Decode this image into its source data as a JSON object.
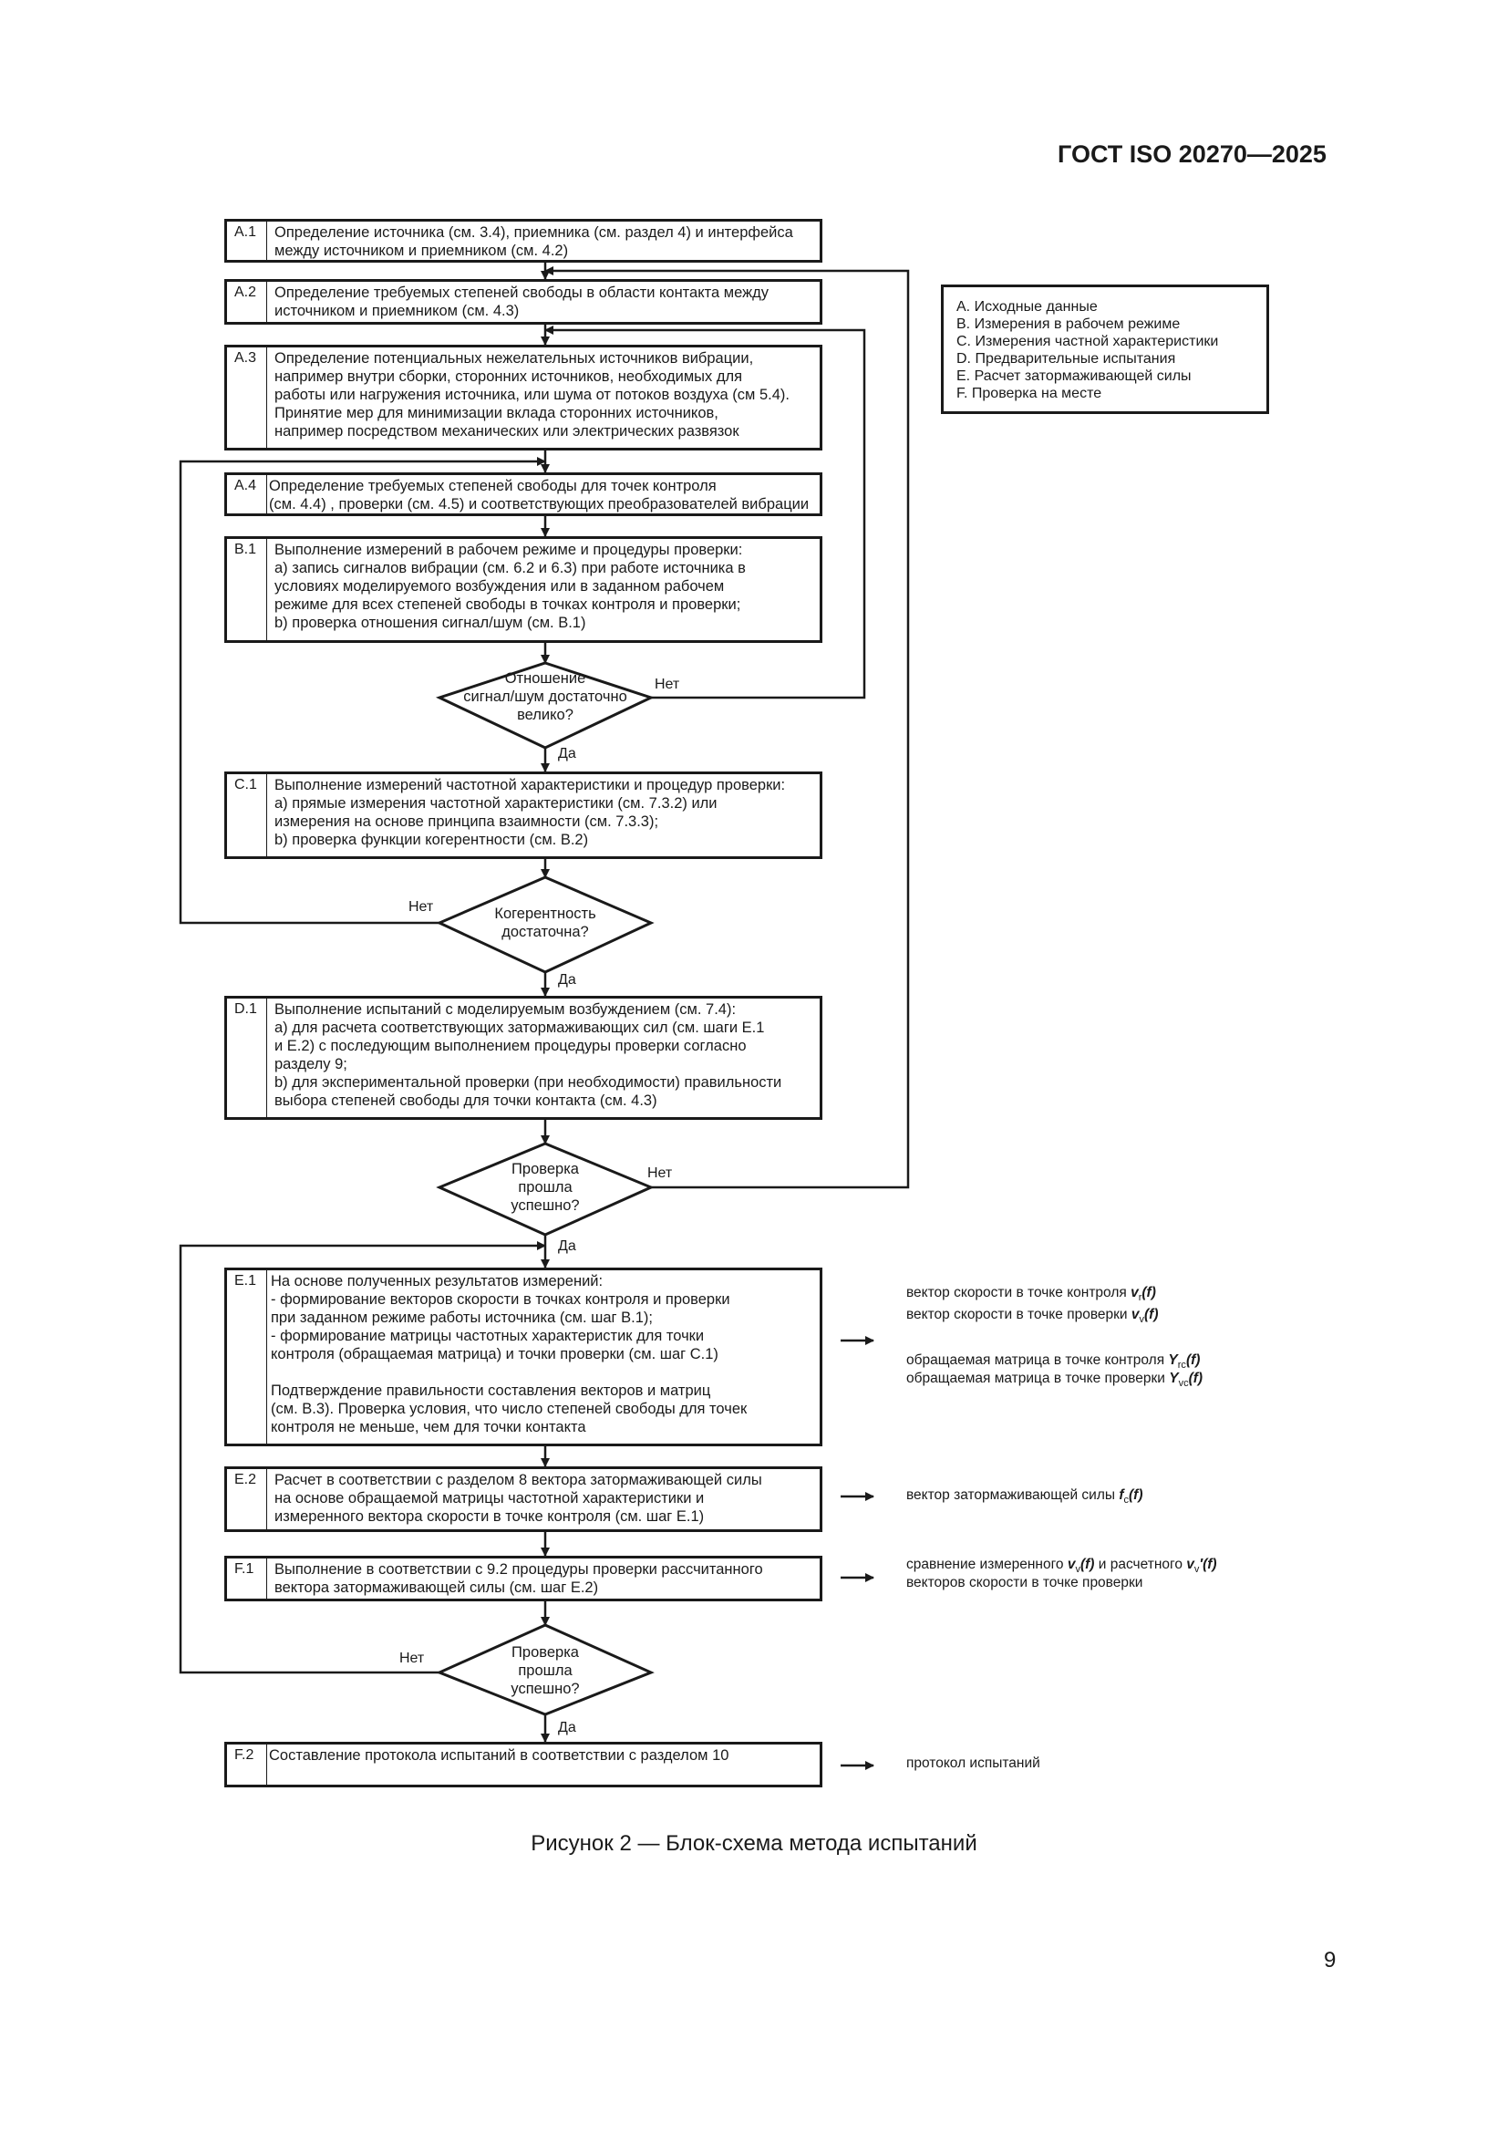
{
  "header": "ГОСТ ISO 20270—2025",
  "legend": [
    "A. Исходные данные",
    "B. Измерения в рабочем режиме",
    "C. Измерения частной характеристики",
    "D. Предварительные испытания",
    "E. Расчет затормаживающей силы",
    "F. Проверка на месте"
  ],
  "steps": {
    "a1": {
      "id": "A.1",
      "text": "Определение источника (см. 3.4), приемника (см. раздел 4) и интерфейса\nмежду источником и приемником (см. 4.2)"
    },
    "a2": {
      "id": "A.2",
      "text": "Определение требуемых степеней свободы в области контакта между\nисточником и приемником (см. 4.3)"
    },
    "a3": {
      "id": "A.3",
      "text": "Определение потенциальных нежелательных источников вибрации,\nнапример внутри сборки, сторонних источников, необходимых для\nработы или нагружения источника, или шума от потоков воздуха (см 5.4).\nПринятие мер для минимизации вклада сторонних источников,\nнапример посредством механических или электрических развязок"
    },
    "a4": {
      "id": "A.4",
      "text": "Определение требуемых степеней свободы для точек контроля\n(см. 4.4) , проверки (см. 4.5) и соответствующих преобразователей вибрации"
    },
    "b1": {
      "id": "B.1",
      "text": "Выполнение измерений в рабочем режиме и процедуры проверки:\na) запись сигналов вибрации (см. 6.2 и 6.3) при работе источника в\nусловиях моделируемого возбуждения или в заданном рабочем\nрежиме для всех степеней свободы в точках контроля и проверки;\nb) проверка отношения сигнал/шум (см. B.1)"
    },
    "c1": {
      "id": "C.1",
      "text": "Выполнение измерений частотной характеристики и процедур проверки:\na) прямые измерения частотной характеристики (см. 7.3.2) или\nизмерения на основе принципа взаимности (см. 7.3.3);\nb) проверка функции когерентности (см. B.2)"
    },
    "d1": {
      "id": "D.1",
      "text": "Выполнение испытаний с моделируемым возбуждением (см. 7.4):\na) для расчета соответствующих затормаживающих сил (см. шаги E.1\nи E.2) с последующим выполнением процедуры проверки согласно\nразделу 9;\nb) для экспериментальной проверки (при необходимости) правильности\nвыбора степеней свободы для точки контакта (см. 4.3)"
    },
    "e1": {
      "id": "E.1",
      "text": "На основе полученных результатов измерений:\n- формирование векторов скорости в точках контроля и проверки\nпри заданном режиме работы источника (см. шаг B.1);\n- формирование матрицы частотных характеристик для точки\nконтроля (обращаемая матрица) и точки проверки (см. шаг C.1)\n\nПодтверждение правильности составления векторов и матриц\n(см. B.3). Проверка условия, что число степеней свободы для точек\nконтроля не меньше, чем для точки контакта"
    },
    "e2": {
      "id": "E.2",
      "text": "Расчет в соответствии с разделом 8 вектора затормаживающей силы\nна основе обращаемой матрицы частотной характеристики и\nизмеренного вектора скорости в точке контроля (см. шаг E.1)"
    },
    "f1": {
      "id": "F.1",
      "text": "Выполнение в соответствии с 9.2 процедуры проверки рассчитанного\nвектора затормаживающей силы (см. шаг E.2)"
    },
    "f2": {
      "id": "F.2",
      "text": "Составление протокола испытаний в соответствии с разделом 10"
    }
  },
  "decisions": {
    "d_snr": "Отношение\nсигнал/шум достаточно\nвелико?",
    "d_coh": "Когерентность\nдостаточна?",
    "d_check1": "Проверка\nпрошла\nуспешно?",
    "d_check2": "Проверка\nпрошла\nуспешно?"
  },
  "labels": {
    "yes": "Да",
    "no": "Нет"
  },
  "outputs": {
    "e1_vel_control": "вектор скорости в точке контроля",
    "e1_vel_control_sym": "v",
    "e1_vel_control_sub": "r",
    "e1_vel_control_arg": "(f)",
    "e1_vel_check": "вектор скорости в точке проверки",
    "e1_vel_check_sym": "v",
    "e1_vel_check_sub": "v",
    "e1_vel_check_arg": "(f)",
    "e1_mat_control": "обращаемая матрица в точке контроля",
    "e1_mat_control_sym": "Y",
    "e1_mat_control_sub": "rc",
    "e1_mat_control_arg": "(f)",
    "e1_mat_check": "обращаемая матрица в точке проверки",
    "e1_mat_check_sym": "Y",
    "e1_mat_check_sub": "vc",
    "e1_mat_check_arg": "(f)",
    "e2_force": "вектор затормаживающей силы",
    "e2_force_sym": "f",
    "e2_force_sub": "c",
    "e2_force_arg": "(f)",
    "f1_compare_a": "сравнение измеренного",
    "f1_compare_sym1": "v",
    "f1_compare_sub1": "v",
    "f1_compare_arg1": "(f)",
    "f1_compare_b": "и расчетного",
    "f1_compare_sym2": "v",
    "f1_compare_sub2": "v",
    "f1_compare_arg2": "′(f)",
    "f1_compare_c": "векторов скорости в точке проверки",
    "f2_report": "протокол испытаний"
  },
  "caption": "Рисунок 2 — Блок-схема метода испытаний",
  "page_number": "9"
}
